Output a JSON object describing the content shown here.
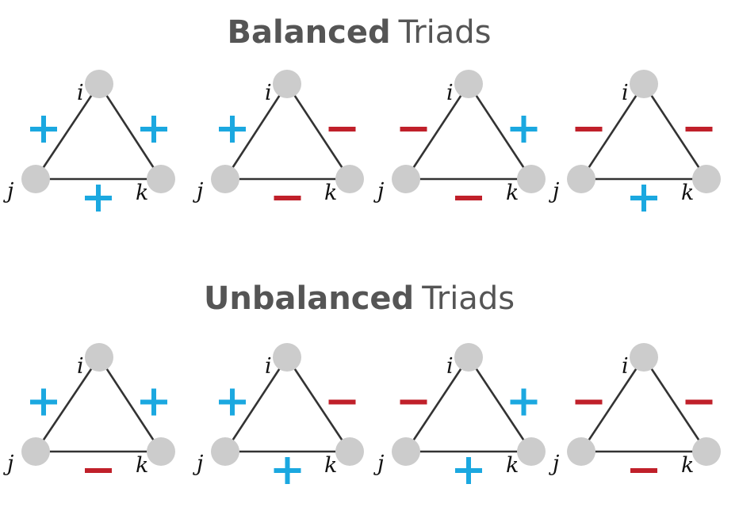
{
  "balanced": {
    "title_bold": "Balanced",
    "title_rest": "Triads",
    "triads": [
      {
        "ij": "+",
        "ik": "+",
        "jk": "+"
      },
      {
        "ij": "+",
        "ik": "−",
        "jk": "−"
      },
      {
        "ij": "−",
        "ik": "+",
        "jk": "−"
      },
      {
        "ij": "−",
        "ik": "−",
        "jk": "+"
      }
    ]
  },
  "unbalanced": {
    "title_bold": "Unbalanced",
    "title_rest": "Triads",
    "triads": [
      {
        "ij": "+",
        "ik": "+",
        "jk": "−"
      },
      {
        "ij": "+",
        "ik": "−",
        "jk": "+"
      },
      {
        "ij": "−",
        "ik": "+",
        "jk": "+"
      },
      {
        "ij": "−",
        "ik": "−",
        "jk": "−"
      }
    ]
  },
  "node_labels": {
    "i": "i",
    "j": "j",
    "k": "k"
  },
  "colors": {
    "positive": "#1ba8e0",
    "negative": "#c0202a",
    "node": "#cccccc",
    "edge": "#333333",
    "title": "#555555"
  }
}
